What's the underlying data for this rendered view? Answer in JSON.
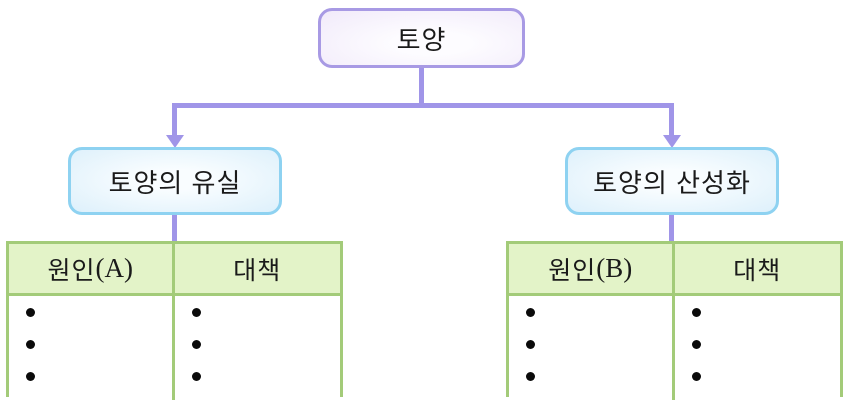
{
  "colors": {
    "connector": "#a095e8",
    "root_border": "#a89ae4",
    "branch_border": "#8ed2f1",
    "table_border": "#a3cb79",
    "table_header_fill": "#e3f3c8",
    "text": "#1a1a1a"
  },
  "root": {
    "label": "토양"
  },
  "branches": [
    {
      "label": "토양의 유실"
    },
    {
      "label": "토양의 산성화"
    }
  ],
  "tables": [
    {
      "headers": [
        {
          "text": "원인",
          "variable": "(A)"
        },
        {
          "text": "대책",
          "variable": ""
        }
      ]
    },
    {
      "headers": [
        {
          "text": "원인",
          "variable": "(B)"
        },
        {
          "text": "대책",
          "variable": ""
        }
      ]
    }
  ]
}
